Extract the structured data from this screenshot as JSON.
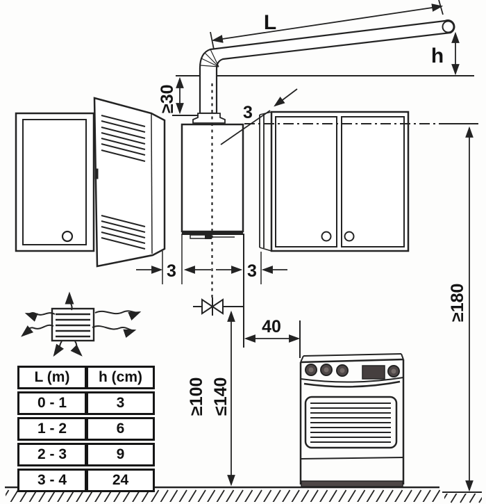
{
  "labels": {
    "flue_length": "L",
    "terminal_height": "h",
    "min_flue_rise": "≥30",
    "gap_top": "3",
    "gap_left": "3",
    "gap_right": "3",
    "distance_to_stove": "40",
    "gas_connection_min": "≥100",
    "gas_connection_max": "≤140",
    "flue_outlet_floor_clearance": "≥180"
  },
  "table": {
    "headers": [
      "L (m)",
      "h (cm)"
    ],
    "rows": [
      [
        "0 - 1",
        "3"
      ],
      [
        "1 - 2",
        "6"
      ],
      [
        "2 - 3",
        "9"
      ],
      [
        "3 - 4",
        "24"
      ]
    ]
  },
  "colors": {
    "line": "#232323",
    "text": "#141414",
    "dark_fill": "#4e4747",
    "background": "#fdfdfc"
  }
}
